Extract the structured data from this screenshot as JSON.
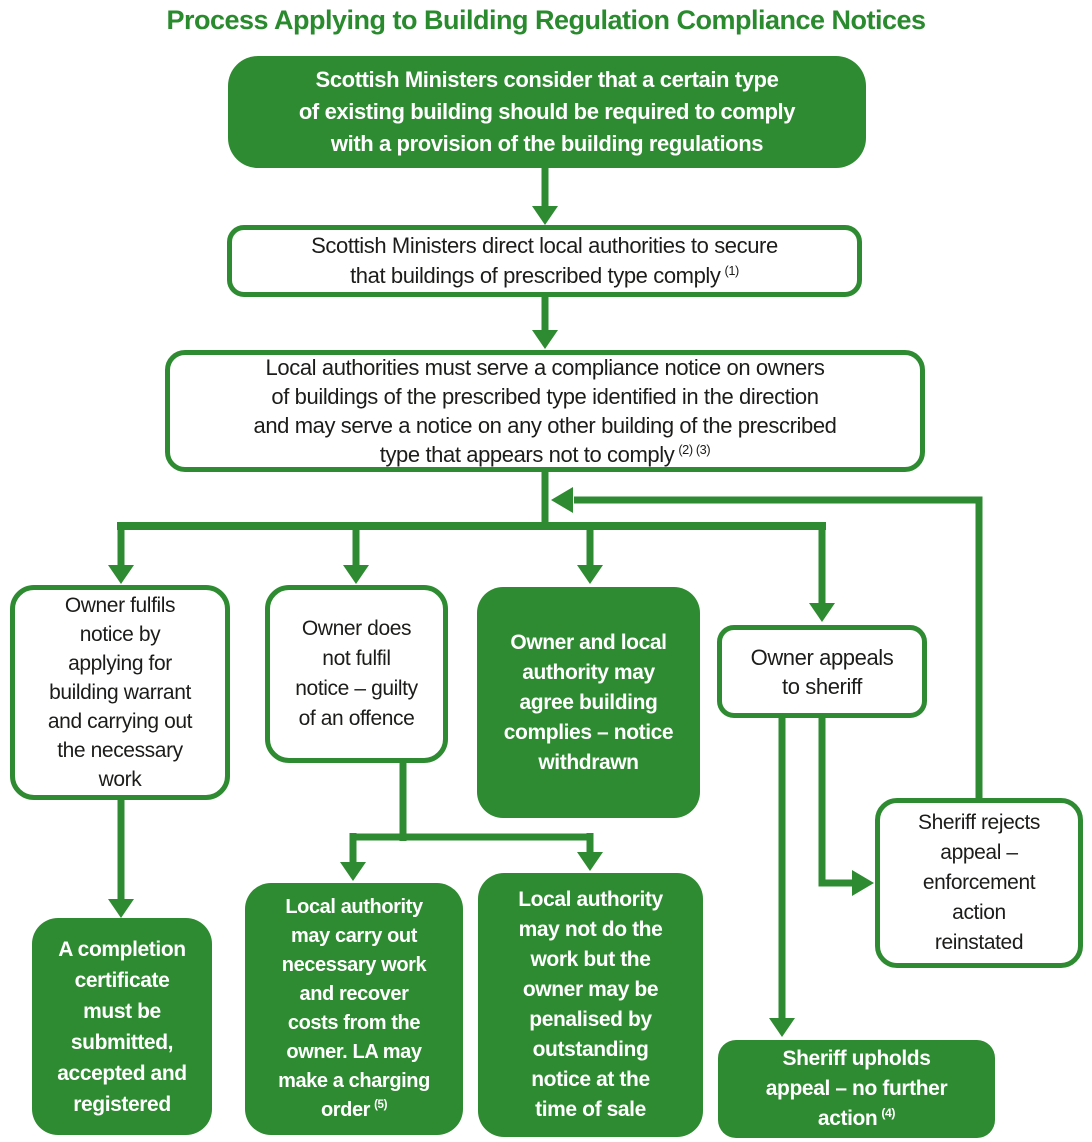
{
  "title": "Process Applying to Building Regulation Compliance Notices",
  "colors": {
    "green": "#2e8b31",
    "title_green": "#2a8a2e",
    "text_dark": "#1c1c1a",
    "background": "#ffffff"
  },
  "boxes": {
    "ministers_consider": {
      "style": "green-filled",
      "text": "Scottish Ministers consider that a certain type\nof existing building should be required to comply\nwith a provision of the building regulations"
    },
    "ministers_direct": {
      "style": "white-outlined",
      "text": "Scottish Ministers direct local authorities to secure\nthat buildings of prescribed type comply",
      "sup": "(1)"
    },
    "la_serve_notice": {
      "style": "white-outlined",
      "text": "Local authorities must serve a compliance notice on owners\nof buildings of the prescribed type identified in the direction\nand may serve a notice on any other building of the prescribed\ntype that appears not to comply",
      "sup": "(2) (3)"
    },
    "owner_fulfils": {
      "style": "white-outlined",
      "text": "Owner fulfils\nnotice by\napplying for\nbuilding warrant\nand carrying out\nthe necessary\nwork"
    },
    "owner_does_not_fulfil": {
      "style": "white-outlined",
      "text": "Owner does\nnot fulfil\nnotice – guilty\nof an offence"
    },
    "agree_building_complies": {
      "style": "green-filled",
      "text": "Owner and local\nauthority may\nagree building\ncomplies – notice\nwithdrawn"
    },
    "owner_appeals": {
      "style": "white-outlined",
      "text": "Owner appeals\nto sheriff"
    },
    "completion_certificate": {
      "style": "green-filled",
      "text": "A completion\ncertificate\nmust be\nsubmitted,\naccepted and\nregistered"
    },
    "la_carry_out_work": {
      "style": "green-filled",
      "text": "Local authority\nmay carry out\nnecessary work\nand recover\ncosts from the\nowner. LA may\nmake a charging\norder",
      "sup": "(5)"
    },
    "la_not_do_work": {
      "style": "green-filled",
      "text": "Local authority\nmay not do the\nwork but the\nowner may be\npenalised by\noutstanding\nnotice at the\ntime of sale"
    },
    "sheriff_rejects": {
      "style": "white-outlined",
      "text": "Sheriff rejects\nappeal –\nenforcement\naction\nreinstated"
    },
    "sheriff_upholds": {
      "style": "green-filled",
      "text": "Sheriff upholds\nappeal – no further\naction",
      "sup": "(4)"
    }
  },
  "edges": [
    {
      "from": "ministers_consider",
      "to": "ministers_direct"
    },
    {
      "from": "ministers_direct",
      "to": "la_serve_notice"
    },
    {
      "from": "la_serve_notice",
      "to": "owner_fulfils"
    },
    {
      "from": "la_serve_notice",
      "to": "owner_does_not_fulfil"
    },
    {
      "from": "la_serve_notice",
      "to": "agree_building_complies"
    },
    {
      "from": "la_serve_notice",
      "to": "owner_appeals"
    },
    {
      "from": "owner_fulfils",
      "to": "completion_certificate"
    },
    {
      "from": "owner_does_not_fulfil",
      "to": "la_carry_out_work"
    },
    {
      "from": "owner_does_not_fulfil",
      "to": "la_not_do_work"
    },
    {
      "from": "owner_appeals",
      "to": "sheriff_upholds"
    },
    {
      "from": "owner_appeals",
      "to": "sheriff_rejects"
    },
    {
      "from": "sheriff_rejects",
      "to": "la_serve_notice"
    }
  ]
}
